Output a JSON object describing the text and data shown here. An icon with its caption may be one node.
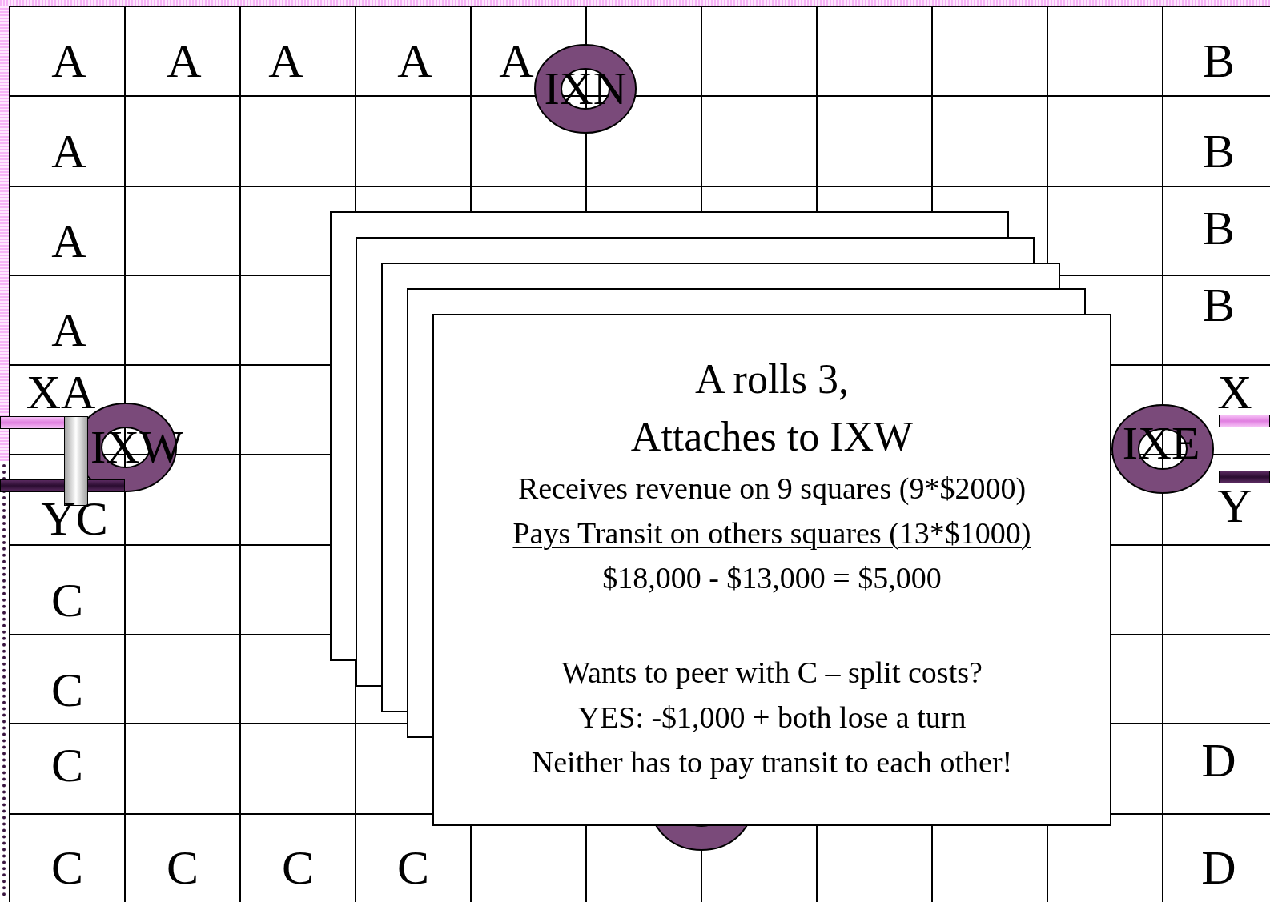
{
  "diagram": {
    "nodes": [
      {
        "text": [
          "IXN"
        ]
      },
      {
        "text": [
          "IXW"
        ]
      },
      {
        "text": [
          "IXE"
        ]
      },
      {
        "text": [],
        "shape": "circle"
      },
      {
        "text": [],
        "shape": "box"
      },
      {
        "text": [],
        "shape": "box"
      },
      {
        "text": [],
        "shape": "box"
      },
      {
        "text": [],
        "shape": "box"
      },
      {
        "text": [
          "A rolls 3,",
          "Attaches to IXW",
          "Receives revenue on 9 squares (9*$2000)",
          "Pays Transit on others squares (13*$1000)",
          "$18,000 - $13,000 = $5,000",
          "Wants to peer with C – split costs?",
          "YES: -$1,000 + both lose a turn",
          "Neither has to pay transit to each other!"
        ]
      },
      {
        "text": [],
        "shape": "bar"
      },
      {
        "text": [],
        "shape": "bar"
      },
      {
        "text": [],
        "shape": "cylinder"
      },
      {
        "text": [],
        "shape": "bar"
      },
      {
        "text": [],
        "shape": "bar"
      }
    ],
    "labels": [
      "A",
      "A",
      "A",
      "A",
      "A",
      "B",
      "A",
      "B",
      "A",
      "B",
      "A",
      "B",
      "XA",
      "X",
      "YC",
      "Y",
      "C",
      "C",
      "C",
      "D",
      "C",
      "C",
      "C",
      "C",
      "D"
    ]
  }
}
